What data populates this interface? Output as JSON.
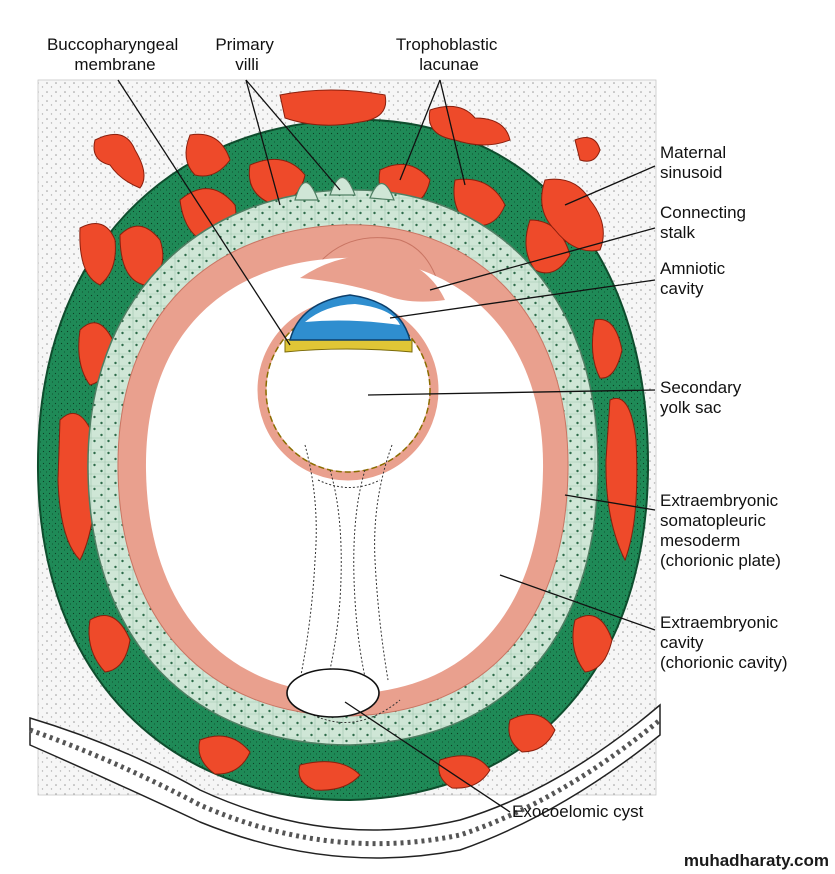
{
  "labels": {
    "buccopharyngeal": [
      "Buccopharyngeal",
      "membrane"
    ],
    "primary_villi": [
      "Primary",
      "villi"
    ],
    "trophoblastic_lacunae": [
      "Trophoblastic",
      "lacunae"
    ],
    "maternal_sinusoid": [
      "Maternal",
      "sinusoid"
    ],
    "connecting_stalk": [
      "Connecting",
      "stalk"
    ],
    "amniotic_cavity": [
      "Amniotic",
      "cavity"
    ],
    "secondary_yolk_sac": [
      "Secondary",
      "yolk sac"
    ],
    "somatopleuric_mesoderm": [
      "Extraembryonic",
      "somatopleuric",
      "mesoderm",
      "(chorionic plate)"
    ],
    "extraembryonic_cavity": [
      "Extraembryonic",
      "cavity",
      "(chorionic cavity)"
    ],
    "exocoelomic_cyst": [
      "Exocoelomic cyst"
    ]
  },
  "watermark": "muhadharaty.com",
  "colors": {
    "syncytiotrophoblast": "#1f8a57",
    "cytotrophoblast": "#cfe6d6",
    "lacunae": "#ee4a2a",
    "mesoderm": "#e9a08e",
    "amnion": "#2f8ecf",
    "endoderm": "#e0c636",
    "endometrium": "#f4f4f4"
  }
}
